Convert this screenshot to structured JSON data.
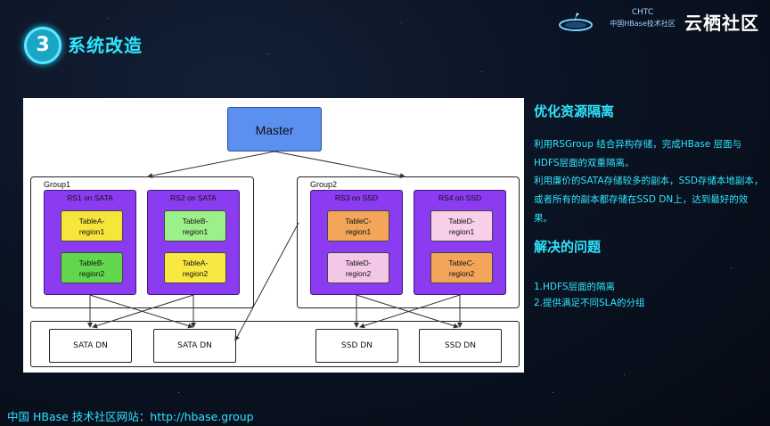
{
  "header": {
    "step_number": "3",
    "title": "系统改造",
    "logo_top": "CHTC",
    "logo_sub": "中国HBase技术社区",
    "brand": "云栖社区"
  },
  "diagram": {
    "master": "Master",
    "groups": [
      {
        "label": "Group1",
        "servers": [
          {
            "label": "RS1 on SATA",
            "regions": [
              {
                "l1": "TableA-",
                "l2": "region1",
                "color": "#f7e53b"
              },
              {
                "l1": "TableB-",
                "l2": "region2",
                "color": "#62d74d"
              }
            ]
          },
          {
            "label": "RS2 on SATA",
            "regions": [
              {
                "l1": "TableB-",
                "l2": "region1",
                "color": "#9cf08a"
              },
              {
                "l1": "TableA-",
                "l2": "region2",
                "color": "#f9e742"
              }
            ]
          }
        ]
      },
      {
        "label": "Group2",
        "servers": [
          {
            "label": "RS3 on SSD",
            "regions": [
              {
                "l1": "TableC-",
                "l2": "region1",
                "color": "#f3a55a"
              },
              {
                "l1": "TableD-",
                "l2": "region2",
                "color": "#f5c7e6"
              }
            ]
          },
          {
            "label": "RS4 on SSD",
            "regions": [
              {
                "l1": "TableD-",
                "l2": "region1",
                "color": "#f8cfe9"
              },
              {
                "l1": "TableC-",
                "l2": "region2",
                "color": "#f3a55a"
              }
            ]
          }
        ]
      }
    ],
    "datanodes": [
      "SATA DN",
      "SATA DN",
      "SSD DN",
      "SSD DN"
    ]
  },
  "right": {
    "h1": "优化资源隔离",
    "p1": "利用RSGroup 结合异构存储，完成HBase 层面与HDFS层面的双重隔离。",
    "p2": "利用廉价的SATA存储较多的副本，SSD存储本地副本，或者所有的副本都存储在SSD DN上，达到最好的效果。",
    "h2": "解决的问题",
    "item1": "1.HDFS层面的隔离",
    "item2": "2.提供满足不同SLA的分组"
  },
  "footer": "中国 HBase 技术社区网站：http://hbase.group"
}
